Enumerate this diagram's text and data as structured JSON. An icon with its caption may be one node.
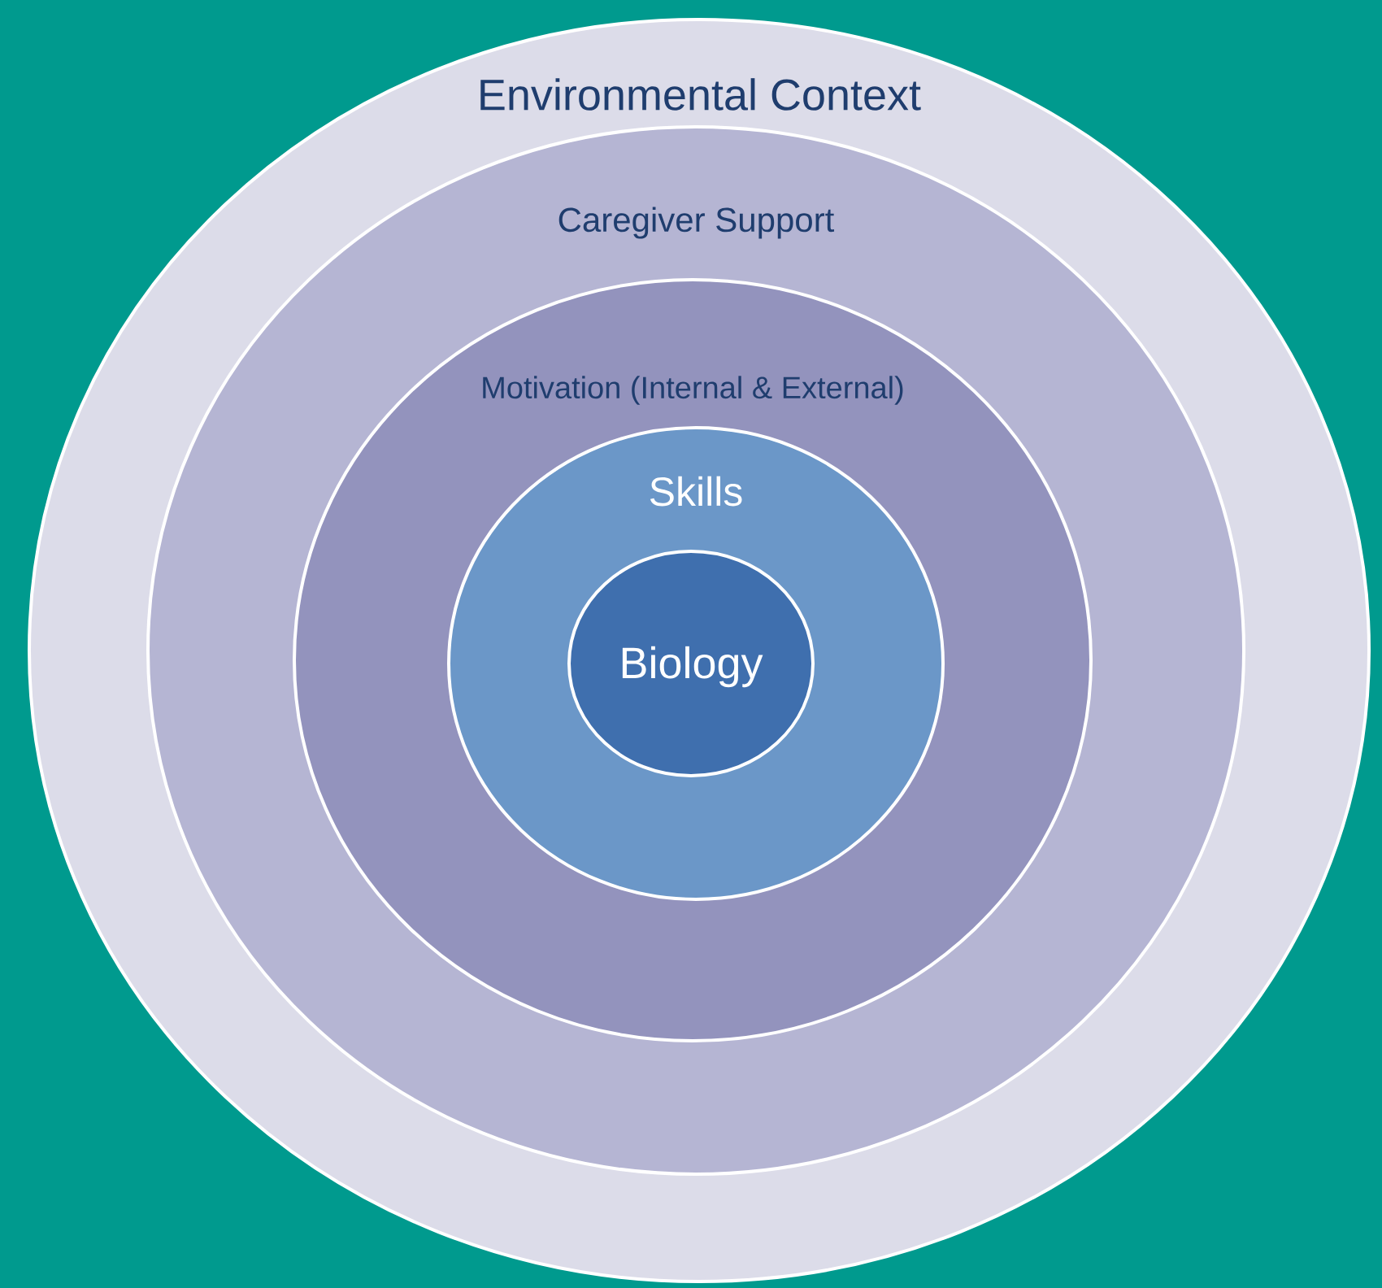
{
  "diagram": {
    "nodes": [
      {
        "text": [
          "Environmental Context"
        ]
      },
      {
        "text": [
          "Caregiver Support"
        ],
        "in": 0
      },
      {
        "text": [
          "Motivation (Internal & External)"
        ],
        "in": 1
      },
      {
        "text": [
          "Skills"
        ],
        "in": 2
      },
      {
        "text": [
          "Biology"
        ],
        "in": 3
      }
    ]
  }
}
